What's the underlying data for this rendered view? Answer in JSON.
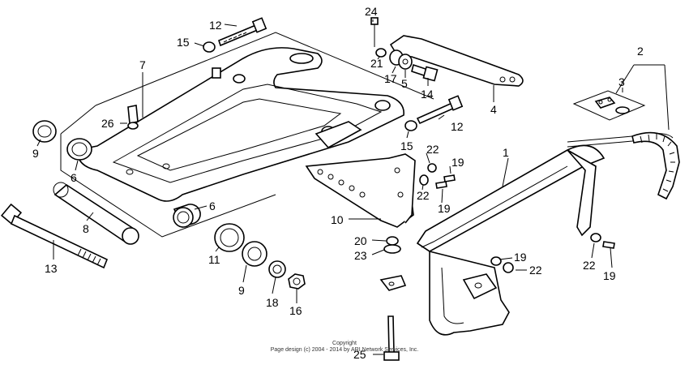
{
  "copyright": {
    "line1": "Copyright",
    "line2": "Page design (c) 2004 - 2014 by ARI Network Services, Inc."
  },
  "callouts": [
    {
      "id": "c12a",
      "text": "12"
    },
    {
      "id": "c15a",
      "text": "15"
    },
    {
      "id": "c7",
      "text": "7"
    },
    {
      "id": "c26",
      "text": "26"
    },
    {
      "id": "c9a",
      "text": "9"
    },
    {
      "id": "c6a",
      "text": "6"
    },
    {
      "id": "c6b",
      "text": "6"
    },
    {
      "id": "c8",
      "text": "8"
    },
    {
      "id": "c13",
      "text": "13"
    },
    {
      "id": "c11",
      "text": "11"
    },
    {
      "id": "c9b",
      "text": "9"
    },
    {
      "id": "c18",
      "text": "18"
    },
    {
      "id": "c16",
      "text": "16"
    },
    {
      "id": "c24",
      "text": "24"
    },
    {
      "id": "c21",
      "text": "21"
    },
    {
      "id": "c17",
      "text": "17"
    },
    {
      "id": "c5",
      "text": "5"
    },
    {
      "id": "c14",
      "text": "14"
    },
    {
      "id": "c4",
      "text": "4"
    },
    {
      "id": "c12b",
      "text": "12"
    },
    {
      "id": "c15b",
      "text": "15"
    },
    {
      "id": "c22a",
      "text": "22"
    },
    {
      "id": "c19a",
      "text": "19"
    },
    {
      "id": "c22b",
      "text": "22"
    },
    {
      "id": "c19b",
      "text": "19"
    },
    {
      "id": "c10",
      "text": "10"
    },
    {
      "id": "c20",
      "text": "20"
    },
    {
      "id": "c23",
      "text": "23"
    },
    {
      "id": "c1",
      "text": "1"
    },
    {
      "id": "c2",
      "text": "2"
    },
    {
      "id": "c3",
      "text": "3"
    },
    {
      "id": "c19c",
      "text": "19"
    },
    {
      "id": "c22c",
      "text": "22"
    },
    {
      "id": "c22d",
      "text": "22"
    },
    {
      "id": "c19d",
      "text": "19"
    },
    {
      "id": "c25",
      "text": "25"
    }
  ]
}
